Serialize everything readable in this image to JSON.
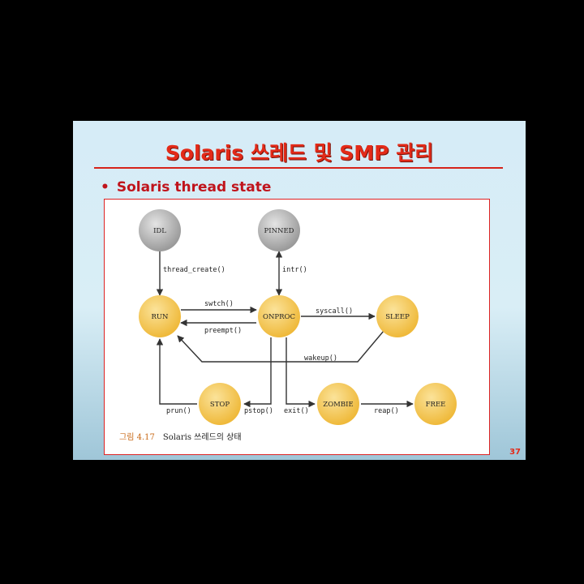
{
  "slide": {
    "title": "Solaris 쓰레드 및 SMP 관리",
    "bullet": "Solaris thread state",
    "page_number": "37"
  },
  "figure": {
    "caption_number": "그림 4.17",
    "caption_text": "Solaris 쓰레드의 상태",
    "states": {
      "idl": "IDL",
      "pinned": "PINNED",
      "run": "RUN",
      "onproc": "ONPROC",
      "sleep": "SLEEP",
      "stop": "STOP",
      "zombie": "ZOMBIE",
      "free": "FREE"
    },
    "transitions": {
      "thread_create": "thread_create()",
      "intr": "intr()",
      "swtch": "swtch()",
      "preempt": "preempt()",
      "syscall": "syscall()",
      "wakeup": "wakeup()",
      "prun": "prun()",
      "pstop": "pstop()",
      "exit": "exit()",
      "reap": "reap()"
    },
    "colors": {
      "gray_state": "#a8a8a8",
      "yellow_state": "#f2c24a"
    }
  }
}
